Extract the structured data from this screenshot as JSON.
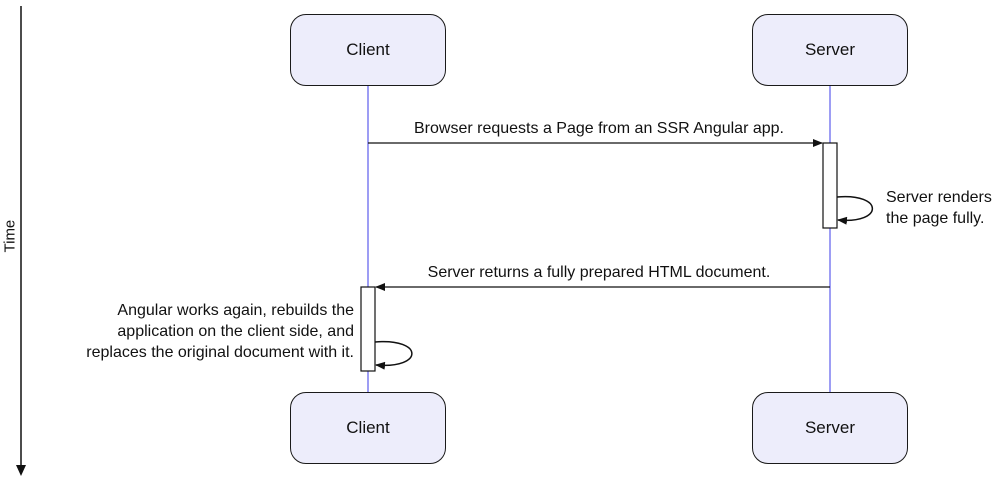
{
  "time_axis": {
    "label": "Time"
  },
  "participants": [
    {
      "id": "client",
      "label": "Client"
    },
    {
      "id": "server",
      "label": "Server"
    }
  ],
  "messages": [
    {
      "from": "Client",
      "to": "Server",
      "label": "Browser requests a Page from an SSR Angular app."
    },
    {
      "from": "Server",
      "to": "Server",
      "label_lines": [
        "Server renders",
        "the page fully."
      ]
    },
    {
      "from": "Server",
      "to": "Client",
      "label": "Server returns a fully prepared HTML document."
    },
    {
      "from": "Client",
      "to": "Client",
      "label_lines": [
        "Angular works again, rebuilds the",
        "application on the client side, and",
        "replaces the original document with it."
      ]
    }
  ],
  "colors": {
    "lifeline": "#7d7df0",
    "box_fill": "#ededfb",
    "stroke": "#1a1a1a"
  }
}
